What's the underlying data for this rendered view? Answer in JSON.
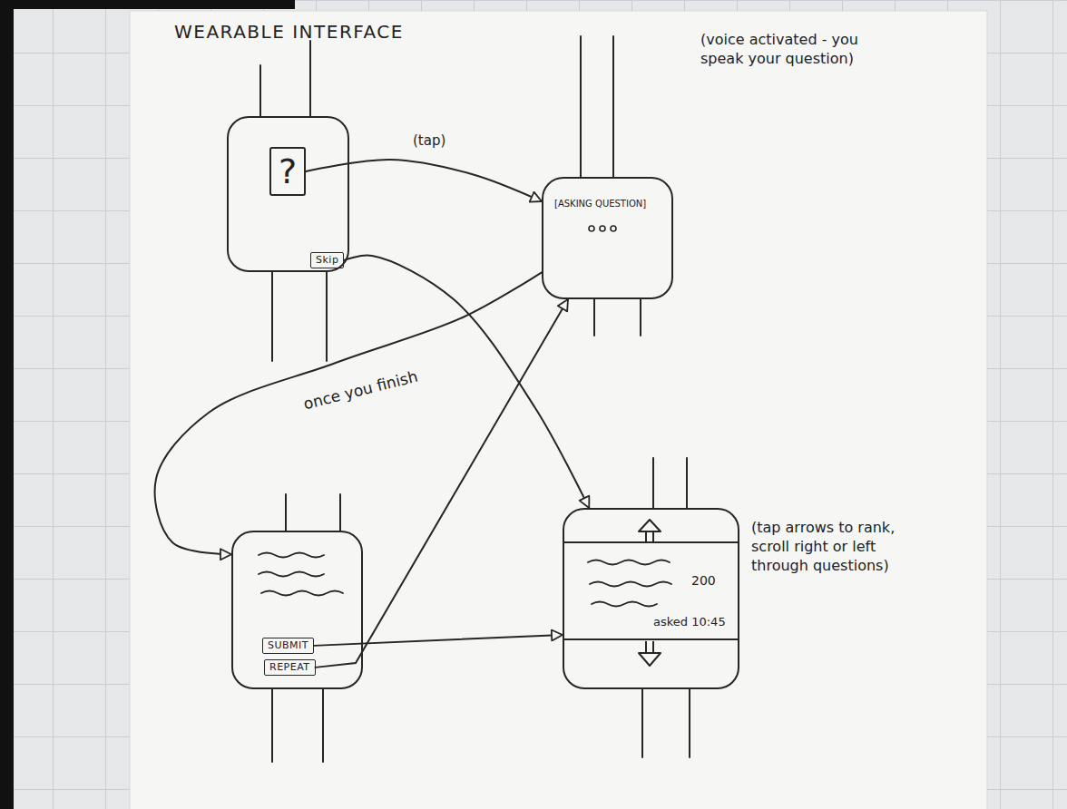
{
  "diagram": {
    "nodes": [
      {
        "text": []
      },
      {
        "text": [
          "?"
        ],
        "in": 0
      },
      {
        "text": [
          "Skip"
        ],
        "in": 0
      },
      {
        "text": [
          "[ASKING QUESTION]"
        ]
      },
      {
        "text": []
      },
      {
        "text": [
          "SUBMIT"
        ],
        "in": 4
      },
      {
        "text": [
          "REPEAT"
        ],
        "in": 4
      },
      {
        "text": [
          "200",
          "asked 10:45"
        ]
      }
    ],
    "edges": [
      {
        "from": 1,
        "to": 3,
        "label": "(tap)",
        "arrow": "to"
      },
      {
        "from": 2,
        "to": 7,
        "arrow": "to"
      },
      {
        "from": 3,
        "to": 4,
        "label": "once you finish",
        "arrow": "to"
      },
      {
        "from": 5,
        "to": 7,
        "arrow": "to"
      },
      {
        "from": 6,
        "to": 3,
        "arrow": "to"
      }
    ],
    "labels": [
      "WEARABLE INTERFACE",
      "(voice activated - you speak your question)",
      "(tap arrows to rank, scroll right or left through questions)"
    ]
  }
}
